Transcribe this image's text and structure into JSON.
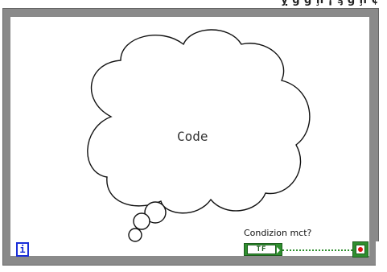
{
  "header": {
    "clipped_text": "ỵ ĝ ǵ ḩ ¡ ᶊ ǵ ḩ ¢"
  },
  "loop": {
    "iteration_glyph": "i",
    "code_label": "Code",
    "condition_label": "Condizion mct?",
    "bool_text": "TF"
  },
  "colors": {
    "frame": "#8a8a8a",
    "terminal_blue": "#1a2ed8",
    "bool_green": "#2f8f2f",
    "stop_red": "#e01010"
  },
  "icons": {
    "iteration": "iteration-terminal-icon",
    "stop": "stop-condition-icon"
  }
}
